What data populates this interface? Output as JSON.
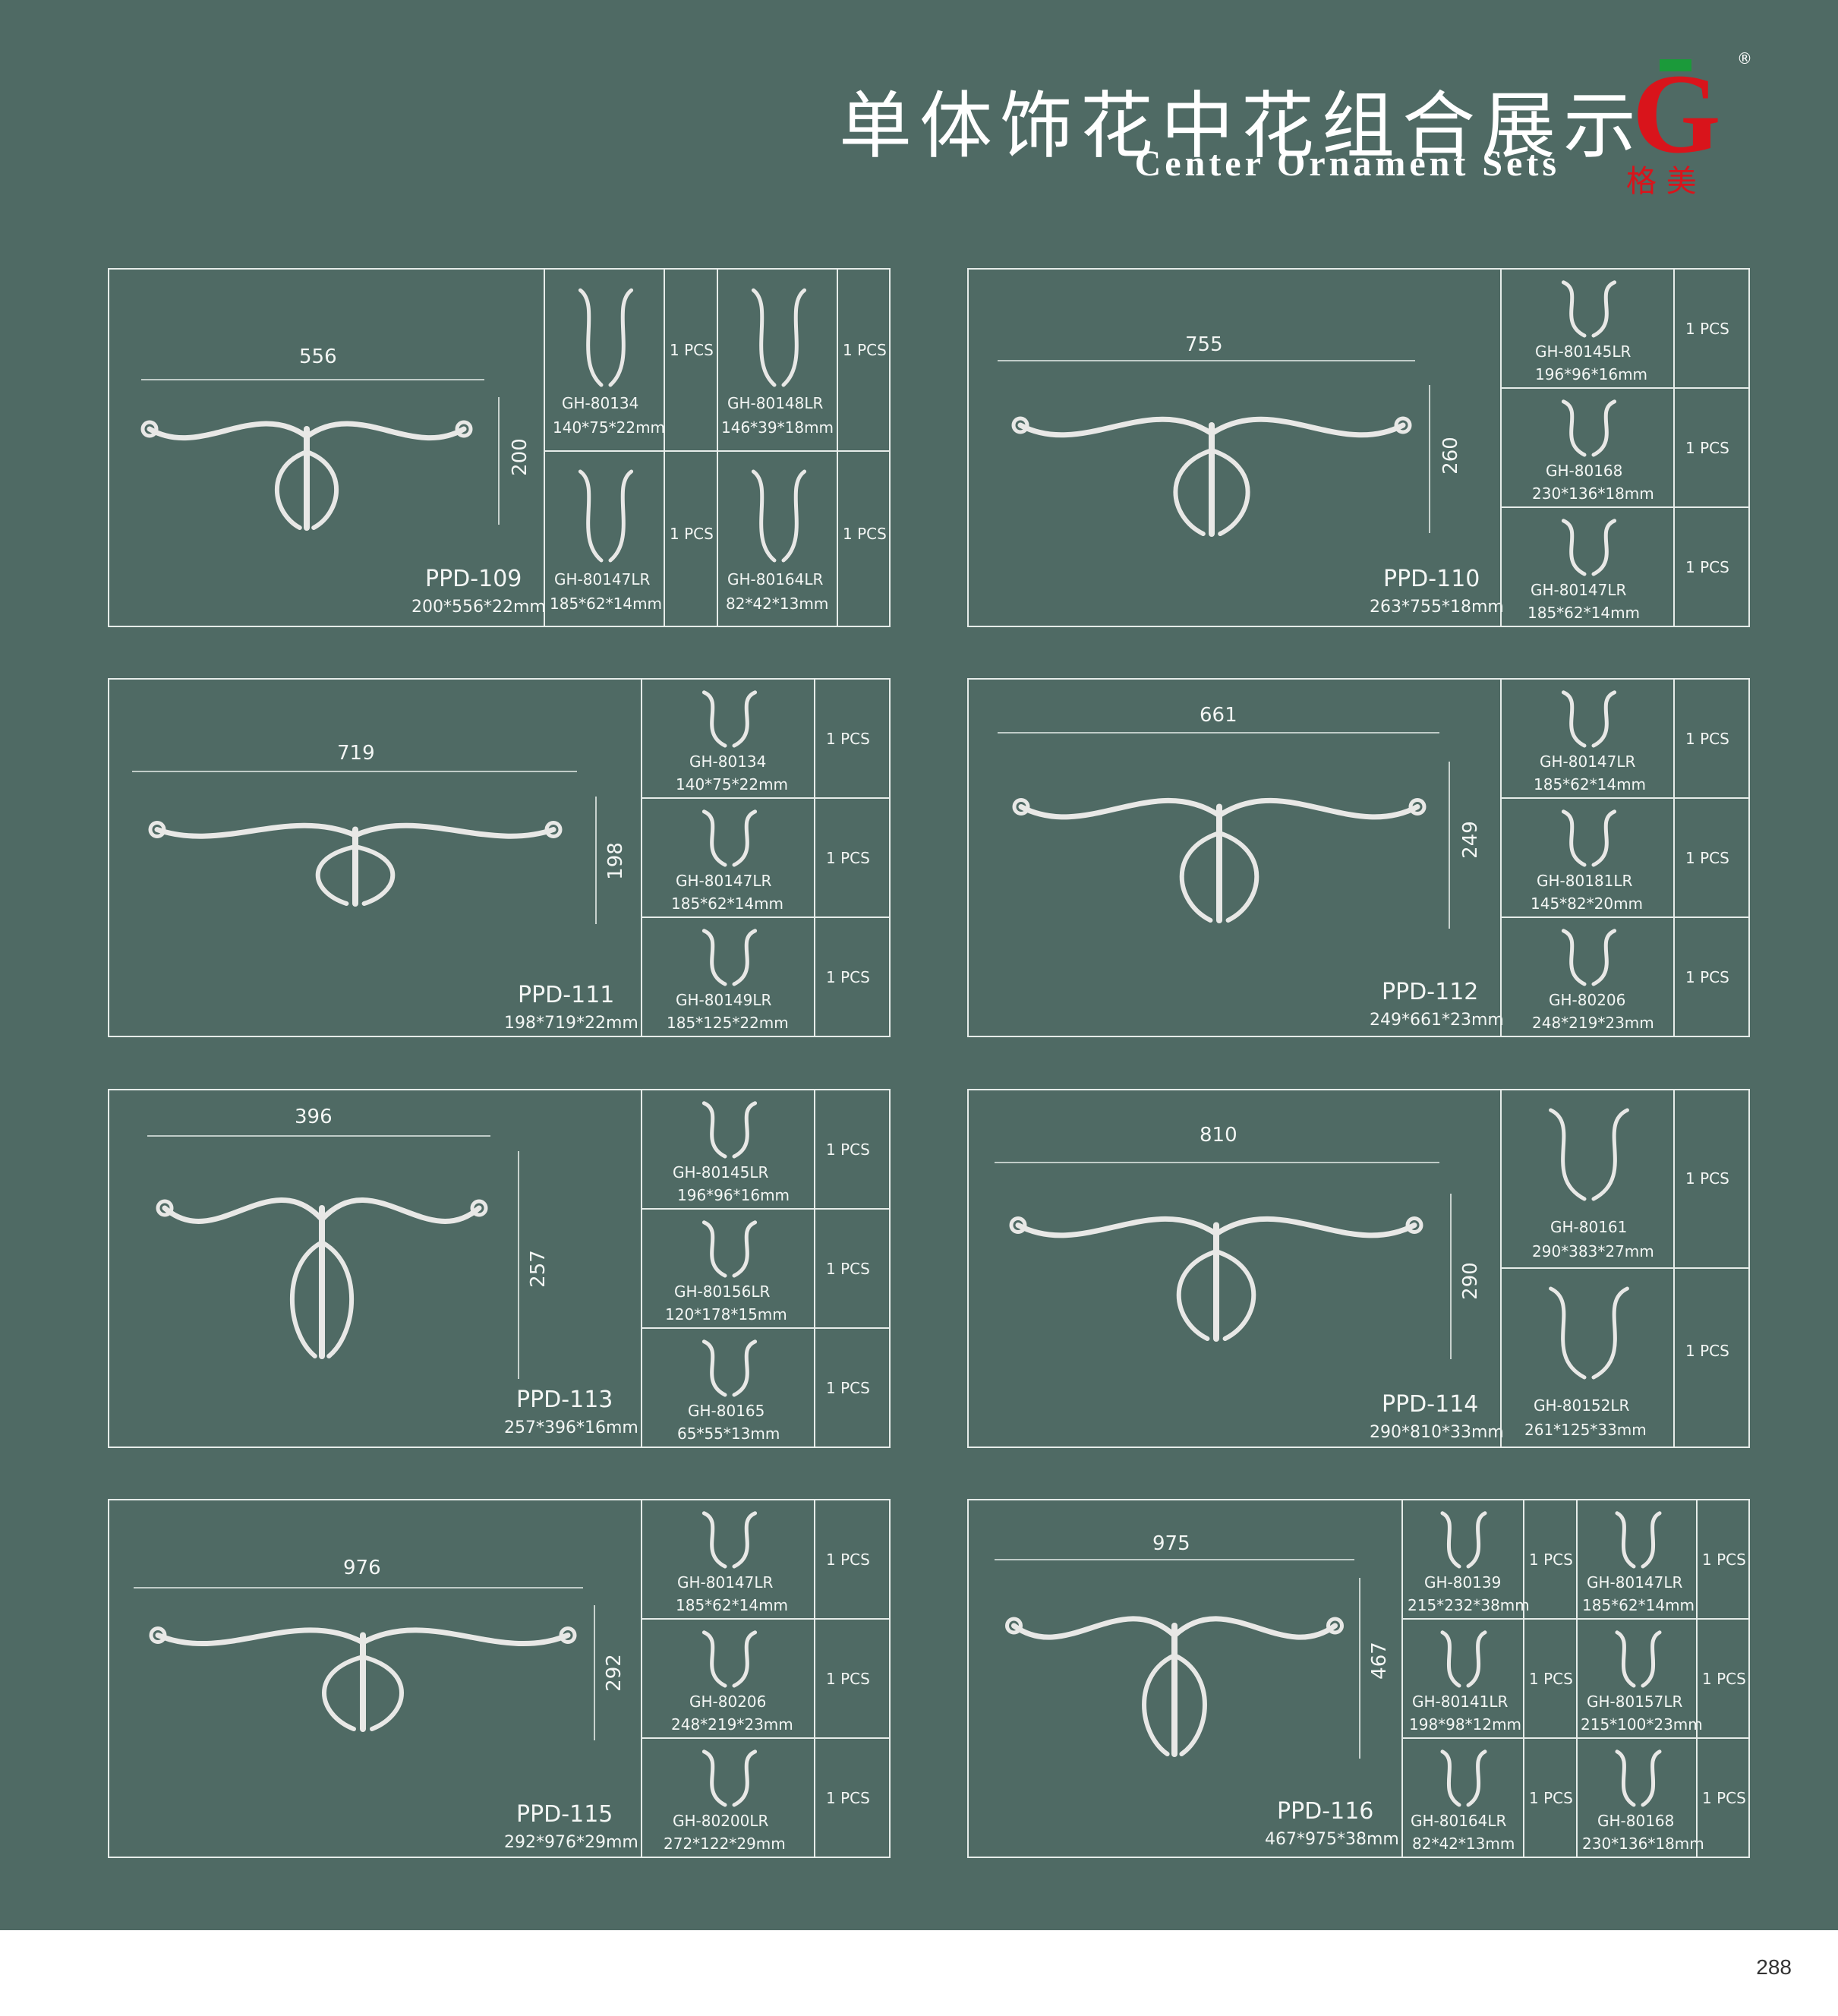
{
  "header": {
    "title_cn": "单体饰花中花组合展示",
    "title_en": "Center Ornament Sets",
    "logo_mark": "G",
    "logo_caption": "格 美",
    "registered": "®"
  },
  "page_number": "288",
  "colors": {
    "background": "#4f6a64",
    "line": "#e6ece9",
    "ornament": "#e8e8e6",
    "logo_red": "#d9141b",
    "logo_green": "#1b9a3a"
  },
  "sets": [
    {
      "code": "PPD-109",
      "size": "200*556*22mm",
      "width": "556",
      "height": "200",
      "parts": [
        {
          "code": "GH-80134",
          "size": "140*75*22mm",
          "qty": "1 PCS"
        },
        {
          "code": "GH-80148LR",
          "size": "146*39*18mm",
          "qty": "1 PCS"
        },
        {
          "code": "GH-80147LR",
          "size": "185*62*14mm",
          "qty": "1 PCS"
        },
        {
          "code": "GH-80164LR",
          "size": "82*42*13mm",
          "qty": "1 PCS"
        }
      ]
    },
    {
      "code": "PPD-110",
      "size": "263*755*18mm",
      "width": "755",
      "height": "260",
      "parts": [
        {
          "code": "GH-80145LR",
          "size": "196*96*16mm",
          "qty": "1 PCS"
        },
        {
          "code": "GH-80168",
          "size": "230*136*18mm",
          "qty": "1 PCS"
        },
        {
          "code": "GH-80147LR",
          "size": "185*62*14mm",
          "qty": "1 PCS"
        }
      ]
    },
    {
      "code": "PPD-111",
      "size": "198*719*22mm",
      "width": "719",
      "height": "198",
      "parts": [
        {
          "code": "GH-80134",
          "size": "140*75*22mm",
          "qty": "1 PCS"
        },
        {
          "code": "GH-80147LR",
          "size": "185*62*14mm",
          "qty": "1 PCS"
        },
        {
          "code": "GH-80149LR",
          "size": "185*125*22mm",
          "qty": "1 PCS"
        }
      ]
    },
    {
      "code": "PPD-112",
      "size": "249*661*23mm",
      "width": "661",
      "height": "249",
      "parts": [
        {
          "code": "GH-80147LR",
          "size": "185*62*14mm",
          "qty": "1 PCS"
        },
        {
          "code": "GH-80181LR",
          "size": "145*82*20mm",
          "qty": "1 PCS"
        },
        {
          "code": "GH-80206",
          "size": "248*219*23mm",
          "qty": "1 PCS"
        }
      ]
    },
    {
      "code": "PPD-113",
      "size": "257*396*16mm",
      "width": "396",
      "height": "257",
      "parts": [
        {
          "code": "GH-80145LR",
          "size": "196*96*16mm",
          "qty": "1 PCS"
        },
        {
          "code": "GH-80156LR",
          "size": "120*178*15mm",
          "qty": "1 PCS"
        },
        {
          "code": "GH-80165",
          "size": "65*55*13mm",
          "qty": "1 PCS"
        }
      ]
    },
    {
      "code": "PPD-114",
      "size": "290*810*33mm",
      "width": "810",
      "height": "290",
      "parts": [
        {
          "code": "GH-80161",
          "size": "290*383*27mm",
          "qty": "1 PCS"
        },
        {
          "code": "GH-80152LR",
          "size": "261*125*33mm",
          "qty": "1 PCS"
        }
      ]
    },
    {
      "code": "PPD-115",
      "size": "292*976*29mm",
      "width": "976",
      "height": "292",
      "parts": [
        {
          "code": "GH-80147LR",
          "size": "185*62*14mm",
          "qty": "1 PCS"
        },
        {
          "code": "GH-80206",
          "size": "248*219*23mm",
          "qty": "1 PCS"
        },
        {
          "code": "GH-80200LR",
          "size": "272*122*29mm",
          "qty": "1 PCS"
        }
      ]
    },
    {
      "code": "PPD-116",
      "size": "467*975*38mm",
      "width": "975",
      "height": "467",
      "parts": [
        {
          "code": "GH-80139",
          "size": "215*232*38mm",
          "qty": "1 PCS"
        },
        {
          "code": "GH-80147LR",
          "size": "185*62*14mm",
          "qty": "1 PCS"
        },
        {
          "code": "GH-80141LR",
          "size": "198*98*12mm",
          "qty": "1 PCS"
        },
        {
          "code": "GH-80157LR",
          "size": "215*100*23mm",
          "qty": "1 PCS"
        },
        {
          "code": "GH-80164LR",
          "size": "82*42*13mm",
          "qty": "1 PCS"
        },
        {
          "code": "GH-80168",
          "size": "230*136*18mm",
          "qty": "1 PCS"
        }
      ]
    }
  ]
}
